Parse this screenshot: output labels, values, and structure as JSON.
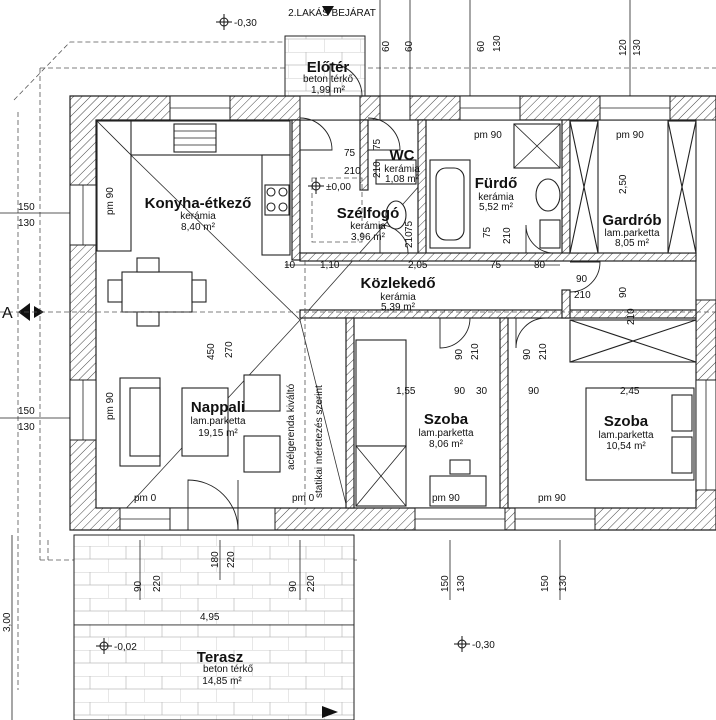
{
  "entrance_label": "2.LAKÁS BEJÁRAT",
  "section_marker": "A",
  "levels": [
    "-0,30",
    "±0,00",
    "-0,02",
    "-0,30"
  ],
  "rooms": [
    {
      "id": "eloter",
      "name": "Előtér",
      "material": "beton térkő",
      "area": "1,99 m²"
    },
    {
      "id": "konyha",
      "name": "Konyha-étkező",
      "material": "kerámia",
      "area": "8,40 m²"
    },
    {
      "id": "wc",
      "name": "WC",
      "material": "kerámia",
      "area": "1,08 m²"
    },
    {
      "id": "furdo",
      "name": "Fürdő",
      "material": "kerámia",
      "area": "5,52 m²"
    },
    {
      "id": "szelfogo",
      "name": "Szélfogó",
      "material": "kerámia",
      "area": "3,96 m²"
    },
    {
      "id": "gardrob",
      "name": "Gardrób",
      "material": "lam.parketta",
      "area": "8,05 m²"
    },
    {
      "id": "kozlekedo",
      "name": "Közlekedő",
      "material": "kerámia",
      "area": "5,39 m²"
    },
    {
      "id": "nappali",
      "name": "Nappali",
      "material": "lam.parketta",
      "area": "19,15 m²"
    },
    {
      "id": "szoba1",
      "name": "Szoba",
      "material": "lam.parketta",
      "area": "8,06 m²"
    },
    {
      "id": "szoba2",
      "name": "Szoba",
      "material": "lam.parketta",
      "area": "10,54 m²"
    },
    {
      "id": "terasz",
      "name": "Terasz",
      "material": "beton térkő",
      "area": "14,85 m²"
    }
  ],
  "beam_note_1": "acélgerenda kiváltó",
  "beam_note_2": "statikai méretezés szerint",
  "dimensions": [
    "60",
    "60",
    "60",
    "130",
    "120",
    "130",
    "150",
    "130",
    "150",
    "130",
    "pm 90",
    "pm 90",
    "pm 90",
    "pm 90",
    "pm 0",
    "pm 0",
    "pm 90",
    "pm 90",
    "75",
    "210",
    "75",
    "210",
    "75",
    "210",
    "75",
    "210",
    "10",
    "1,10",
    "2,05",
    "75",
    "80",
    "90",
    "210",
    "450",
    "270",
    "1,55",
    "90",
    "30",
    "90",
    "210",
    "90",
    "210",
    "90",
    "2,45",
    "2,50",
    "90",
    "210",
    "90",
    "220",
    "180",
    "220",
    "90",
    "220",
    "150",
    "130",
    "150",
    "130",
    "4,95",
    "3,00"
  ]
}
